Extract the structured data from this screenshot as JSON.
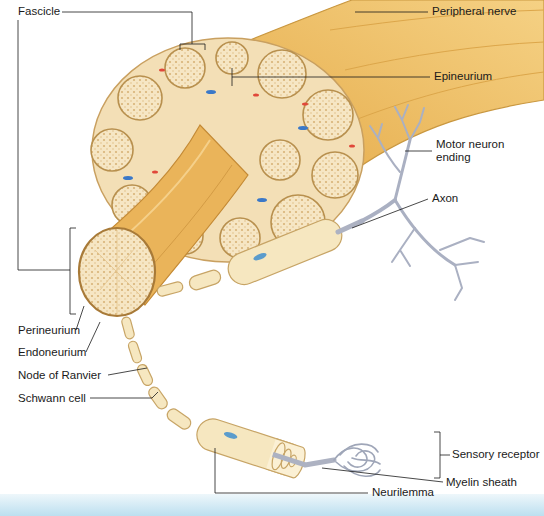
{
  "diagram": {
    "labels": [
      "Fascicle",
      "Peripheral nerve",
      "Epineurium",
      "Motor neuron ending",
      "Axon",
      "Perineurium",
      "Endoneurium",
      "Node of Ranvier",
      "Schwann cell",
      "Sensory receptor",
      "Myelin sheath",
      "Neurilemma"
    ]
  }
}
